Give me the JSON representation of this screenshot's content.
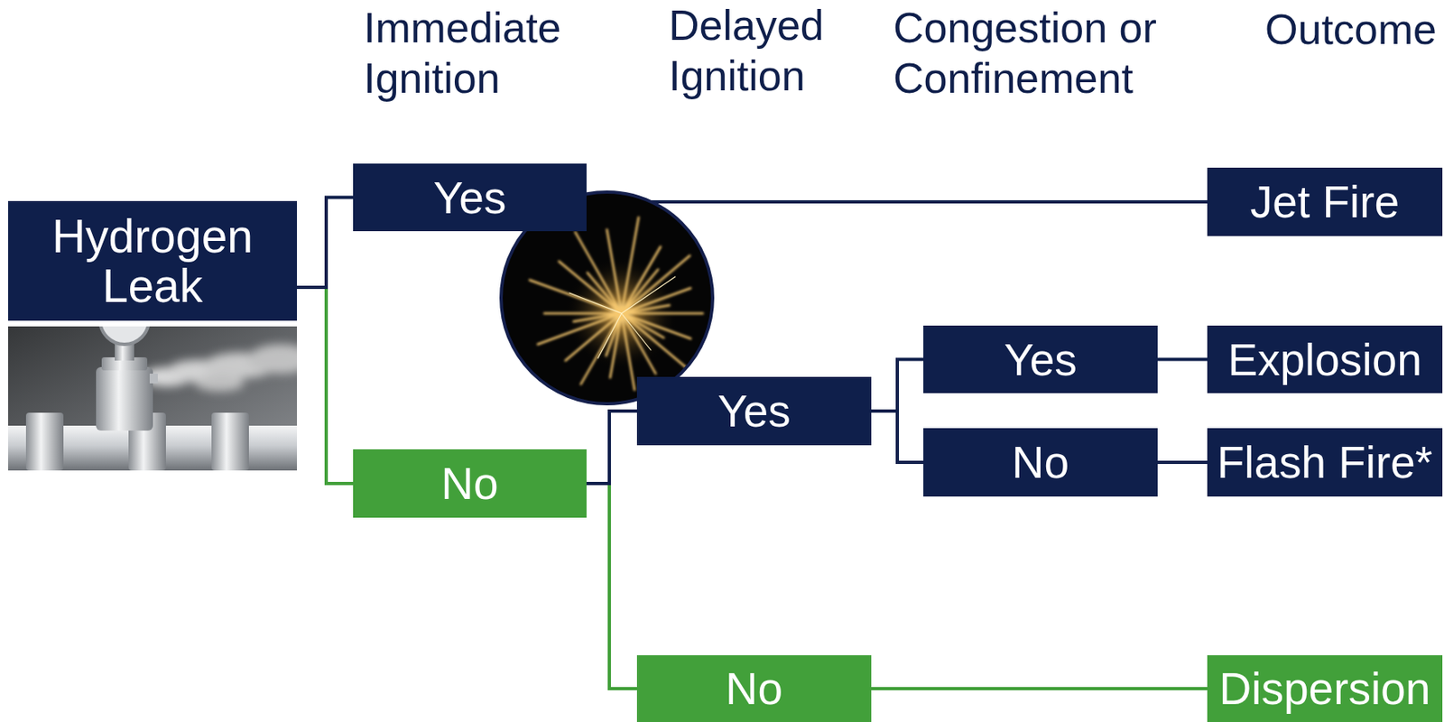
{
  "diagram": {
    "nodes": [
      {
        "text": [
          "Hydrogen Leak"
        ]
      },
      {
        "text": [
          "Yes"
        ]
      },
      {
        "text": [
          "No"
        ]
      },
      {
        "text": [
          "Yes"
        ]
      },
      {
        "text": [
          "No"
        ]
      },
      {
        "text": [
          "Yes"
        ]
      },
      {
        "text": [
          "No"
        ]
      },
      {
        "text": [
          "Jet Fire"
        ]
      },
      {
        "text": [
          "Explosion"
        ]
      },
      {
        "text": [
          "Flash Fire*"
        ]
      },
      {
        "text": [
          "Dispersion"
        ]
      }
    ],
    "edges": [
      {
        "from": 0,
        "to": 1,
        "arrow": "none"
      },
      {
        "from": 0,
        "to": 2,
        "arrow": "none"
      },
      {
        "from": 1,
        "to": 7,
        "arrow": "none"
      },
      {
        "from": 2,
        "to": 3,
        "arrow": "none"
      },
      {
        "from": 2,
        "to": 4,
        "arrow": "none"
      },
      {
        "from": 3,
        "to": 5,
        "arrow": "none"
      },
      {
        "from": 3,
        "to": 6,
        "arrow": "none"
      },
      {
        "from": 5,
        "to": 8,
        "arrow": "none"
      },
      {
        "from": 6,
        "to": 9,
        "arrow": "none"
      },
      {
        "from": 4,
        "to": 10,
        "arrow": "none"
      }
    ],
    "labels": [
      "Immediate Ignition",
      "Delayed Ignition",
      "Congestion or Confinement",
      "Outcome"
    ]
  }
}
